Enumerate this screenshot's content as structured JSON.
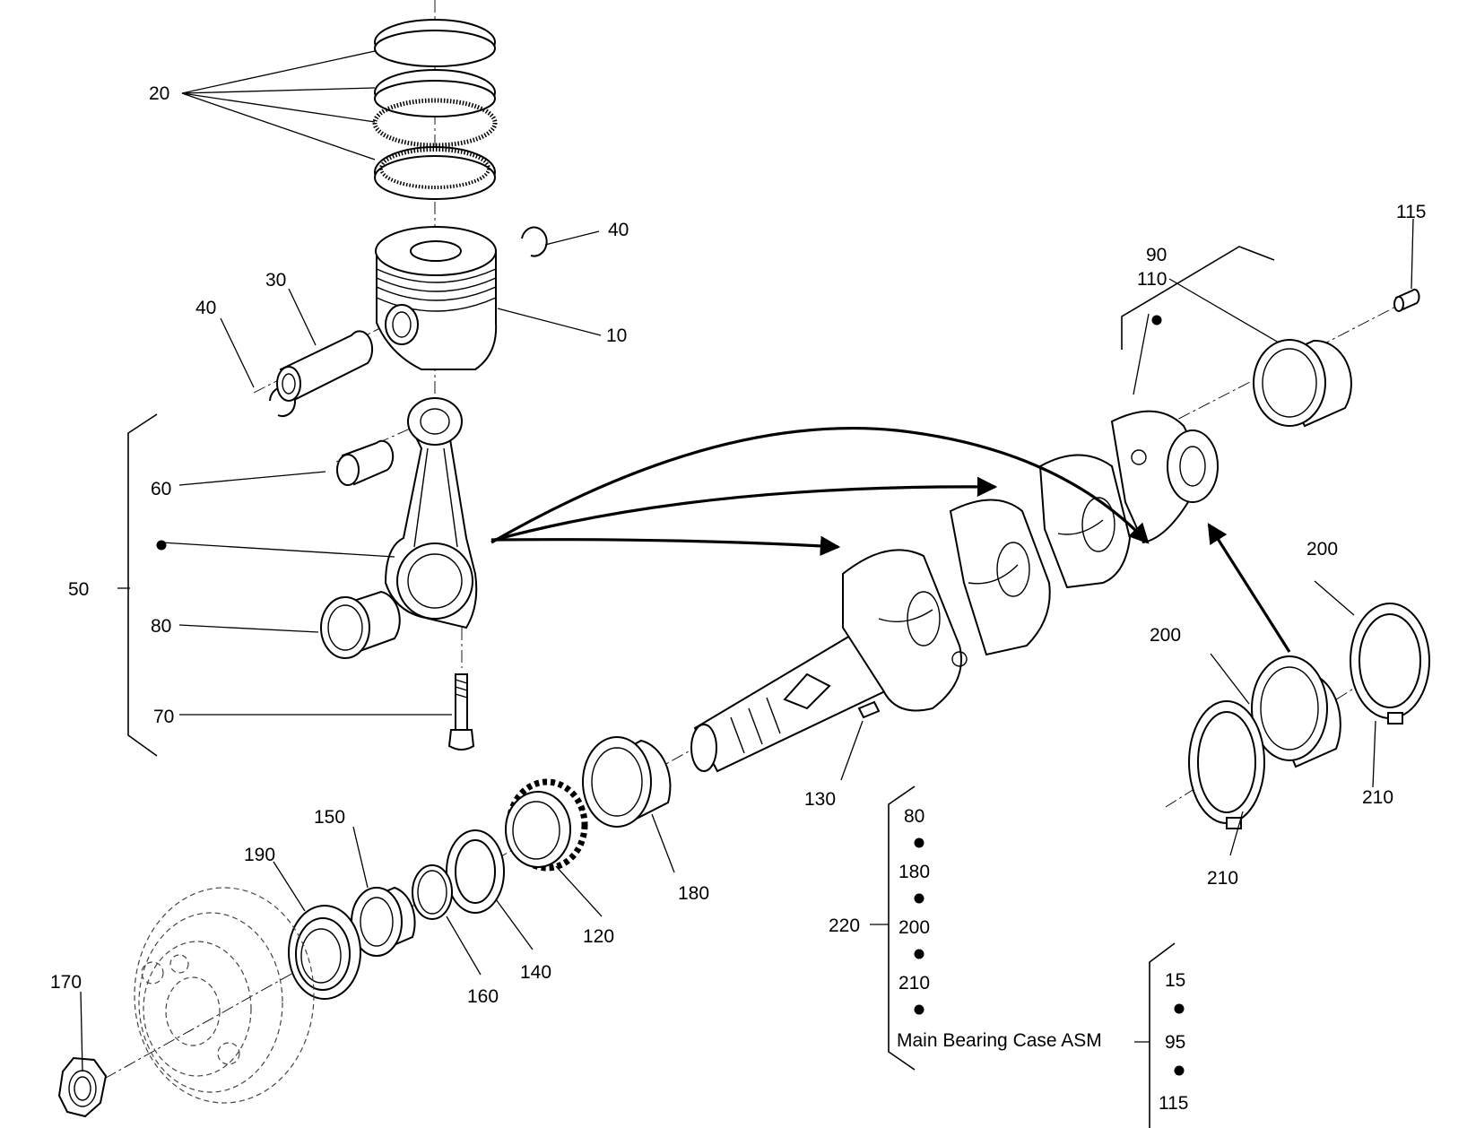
{
  "diagram": {
    "callouts": {
      "c10": "10",
      "c20": "20",
      "c30": "30",
      "c40a": "40",
      "c40b": "40",
      "c50": "50",
      "c60": "60",
      "c70": "70",
      "c80": "80",
      "c90": "90",
      "c110": "110",
      "c115": "115",
      "c120": "120",
      "c130": "130",
      "c140": "140",
      "c150": "150",
      "c160": "160",
      "c170": "170",
      "c180": "180",
      "c190": "190",
      "c200a": "200",
      "c200b": "200",
      "c210a": "210",
      "c210b": "210",
      "c220": "220"
    },
    "kit_220": {
      "items": [
        "80",
        "180",
        "200",
        "210"
      ],
      "assembly_label": "Main Bearing Case ASM"
    },
    "kit_main_bearing": {
      "items": [
        "15",
        "95",
        "115"
      ]
    }
  }
}
